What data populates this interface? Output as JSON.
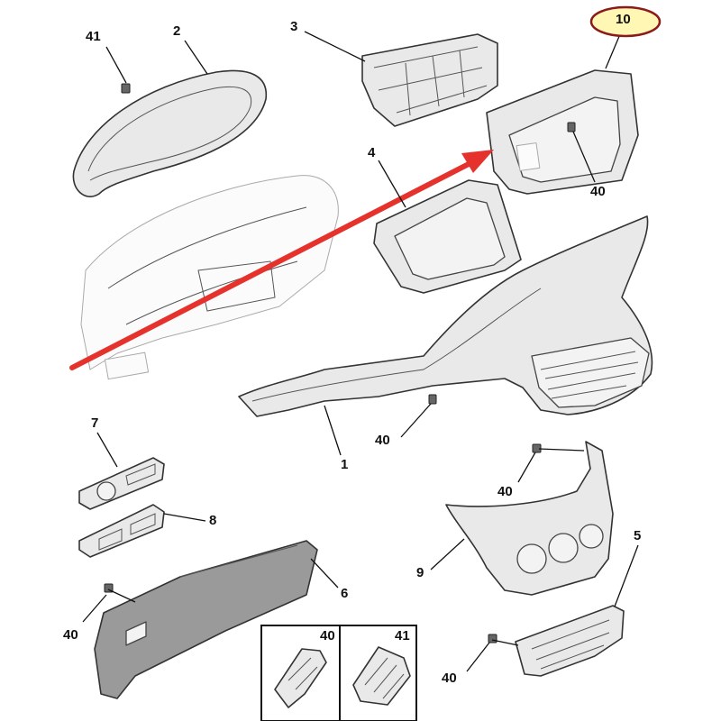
{
  "callouts": {
    "n41_top": "41",
    "n2": "2",
    "n3": "3",
    "n10": "10",
    "n4": "4",
    "n40_right": "40",
    "n40_mid": "40",
    "n1": "1",
    "n7": "7",
    "n8": "8",
    "n40_lower_right": "40",
    "n9": "9",
    "n5": "5",
    "n6": "6",
    "n40_left": "40",
    "n40_bottom": "40",
    "inset_40": "40",
    "inset_41": "41"
  },
  "colors": {
    "arrow": "#e5322d",
    "highlight_ring": "#8b1a1a",
    "highlight_fill": "#fff7b3"
  },
  "icons": [
    "clip-40-icon",
    "clip-41-icon"
  ]
}
